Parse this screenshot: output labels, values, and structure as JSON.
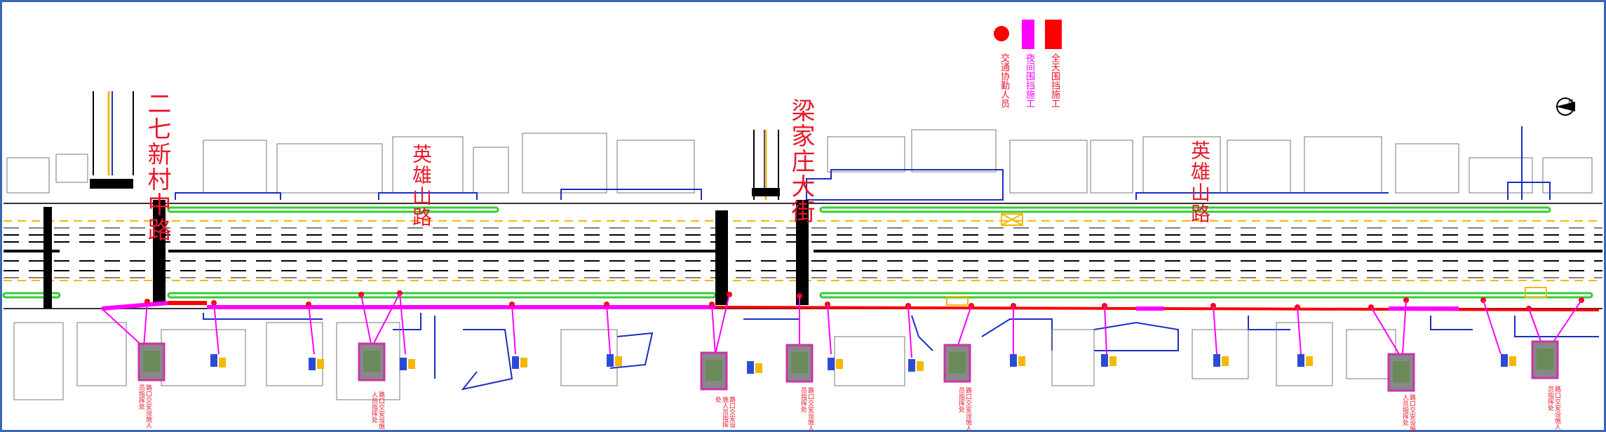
{
  "road_names": {
    "erqi": "二七新村中路",
    "liangjia": "梁家庄大街",
    "yingxiong_west": "英雄山路",
    "yingxiong_east": "英雄山路"
  },
  "legend": {
    "full_closure": "全天围挡施工",
    "night_closure": "夜间围挡施工",
    "guide_staff": "交通协勤人员",
    "colors": {
      "full": "#ff0000",
      "night": "#ff00ff",
      "staff": "#ff0000"
    }
  },
  "sign_note": "路口交安设施人员指挥处",
  "colors": {
    "median": "#000000",
    "green_belt": "#33cc33",
    "yellow_line": "#f5b800",
    "building_outline": "#1a2dc4",
    "closure_red": "#ff0000",
    "closure_magenta": "#ff00ff",
    "sign_box": "#cc33aa"
  },
  "north_symbol": "N"
}
